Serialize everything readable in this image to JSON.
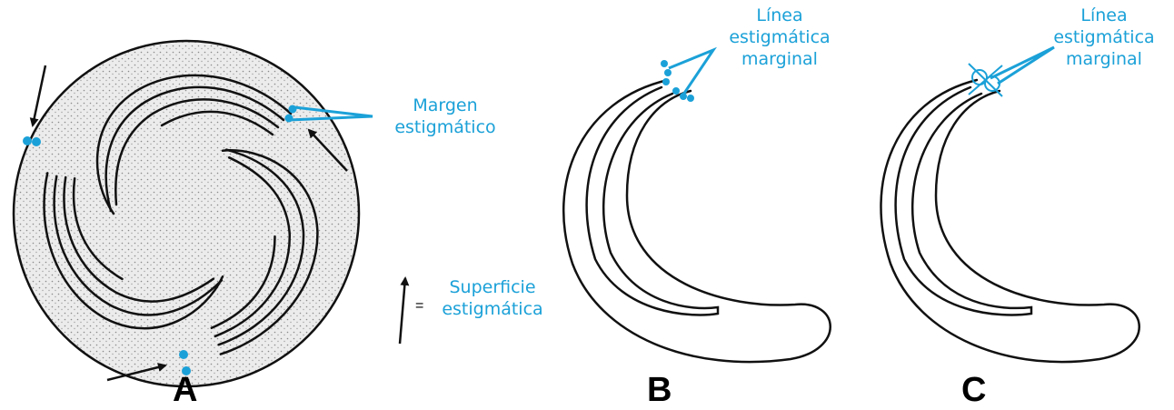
{
  "panels": {
    "a": {
      "letter": "A",
      "label_margin": [
        "Margen",
        "estigmático"
      ]
    },
    "b": {
      "letter": "B",
      "label": [
        "Línea",
        "estigmática",
        "marginal"
      ]
    },
    "c": {
      "letter": "C",
      "label": [
        "Línea",
        "estigmática",
        "marginal"
      ]
    }
  },
  "legend": {
    "symbol": "=",
    "text": [
      "Superficie",
      "estigmática"
    ]
  },
  "colors": {
    "accent": "#1ba1d8",
    "ink": "#111111",
    "stipple": "#9a9a9a"
  }
}
